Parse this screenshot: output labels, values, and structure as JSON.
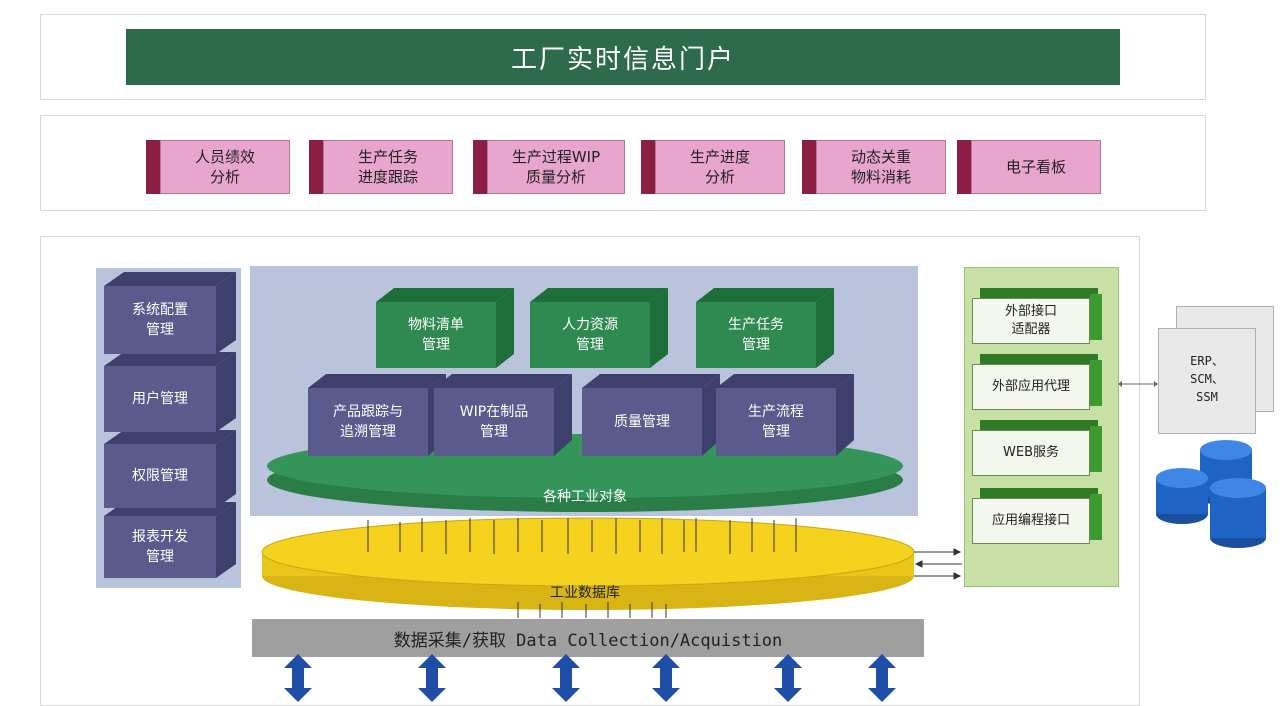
{
  "portal": {
    "title": "工厂实时信息门户"
  },
  "analysis_modules": [
    {
      "label": "人员绩效\n分析"
    },
    {
      "label": "生产任务\n进度跟踪"
    },
    {
      "label": "生产过程WIP\n质量分析"
    },
    {
      "label": "生产进度\n分析"
    },
    {
      "label": "动态关重\n物料消耗"
    },
    {
      "label": "电子看板"
    }
  ],
  "left_management": [
    {
      "label": "系统配置\n管理"
    },
    {
      "label": "用户管理"
    },
    {
      "label": "权限管理"
    },
    {
      "label": "报表开发\n管理"
    }
  ],
  "green_cubes": [
    {
      "label": "物料清单\n管理"
    },
    {
      "label": "人力资源\n管理"
    },
    {
      "label": "生产任务\n管理"
    }
  ],
  "purple_cubes": [
    {
      "label": "产品跟踪与\n追溯管理"
    },
    {
      "label": "WIP在制品\n管理"
    },
    {
      "label": "质量管理"
    },
    {
      "label": "生产流程\n管理"
    }
  ],
  "platform_label": "各种工业对象",
  "database_label": "工业数据库",
  "collection_label": "数据采集/获取 Data Collection/Acquistion",
  "external_interfaces": [
    {
      "label": "外部接口\n适配器"
    },
    {
      "label": "外部应用代理"
    },
    {
      "label": "WEB服务"
    },
    {
      "label": "应用编程接口"
    }
  ],
  "external_systems": "ERP、\nSCM、\nSSM",
  "colors": {
    "portal_green": "#2e6b4c",
    "pink": "#e8a6cf",
    "purple_cube": "#5a5a8c",
    "green_cube": "#2f8a52",
    "database_yellow": "#f5d21e",
    "arrow_blue": "#1f4ea8"
  }
}
